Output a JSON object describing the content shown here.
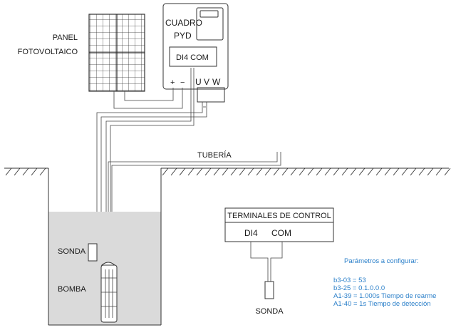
{
  "labels": {
    "panel_line1": "PANEL",
    "panel_line2": "FOTOVOLTAICO",
    "cuadro": "CUADRO",
    "pyd": "PYD",
    "terminals": "DI4  COM",
    "plus": "+",
    "minus": "−",
    "u": "U",
    "v": "V",
    "w": "W",
    "tuberia": "TUBERÍA",
    "sonda_left": "SONDA",
    "bomba": "BOMBA",
    "control_title": "TERMINALES DE CONTROL",
    "control_di4": "DI4",
    "control_com": "COM",
    "sonda_right": "SONDA"
  },
  "params": {
    "title": "Parámetros a configurar:",
    "lines": [
      "b3-03 = 53",
      "b3-25 = 0.1.0.0.0",
      "A1-39 = 1.000s Tiempo de rearme",
      "A1-40 = 1s Tiempo de detección"
    ]
  },
  "colors": {
    "water": "#dadada",
    "text_params": "#2a7fc9"
  }
}
